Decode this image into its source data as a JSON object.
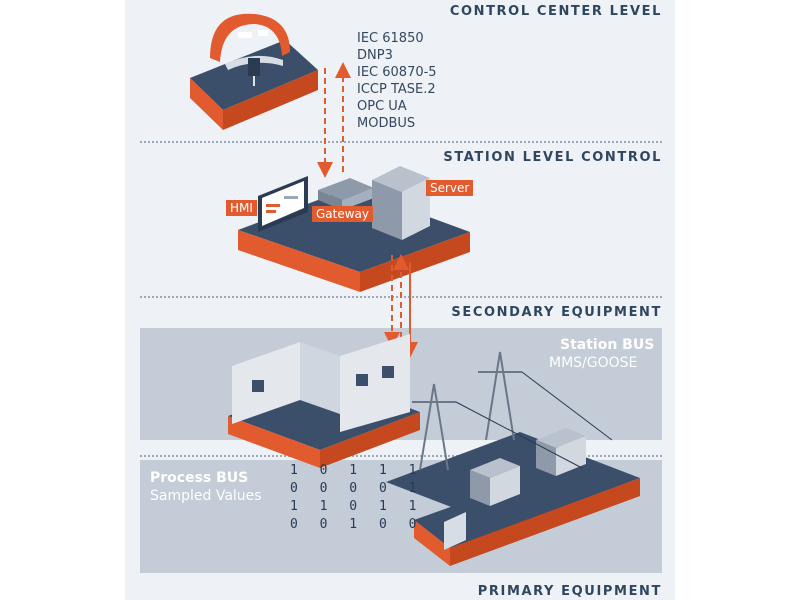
{
  "levels": {
    "control_center": "CONTROL CENTER LEVEL",
    "station_control": "STATION LEVEL CONTROL",
    "secondary": "SECONDARY EQUIPMENT",
    "primary": "PRIMARY EQUIPMENT"
  },
  "protocols": [
    "IEC 61850",
    "DNP3",
    "IEC 60870-5",
    "ICCP TASE.2",
    "OPC UA",
    "MODBUS"
  ],
  "station_devices": {
    "hmi": "HMI",
    "gateway": "Gateway",
    "server": "Server"
  },
  "station_bus": {
    "title": "Station BUS",
    "subtitle": "MMS/GOOSE"
  },
  "process_bus": {
    "title": "Process BUS",
    "subtitle": "Sampled Values",
    "bits": [
      "1 0 1 1 1",
      "0 0 0 0 1",
      "1 1 0 1 1",
      "0 0 1 0 0"
    ]
  },
  "colors": {
    "accent": "#e25b2f",
    "platform_top": "#3b4f6b",
    "band": "#c3ccd7",
    "background": "#eef2f6"
  }
}
